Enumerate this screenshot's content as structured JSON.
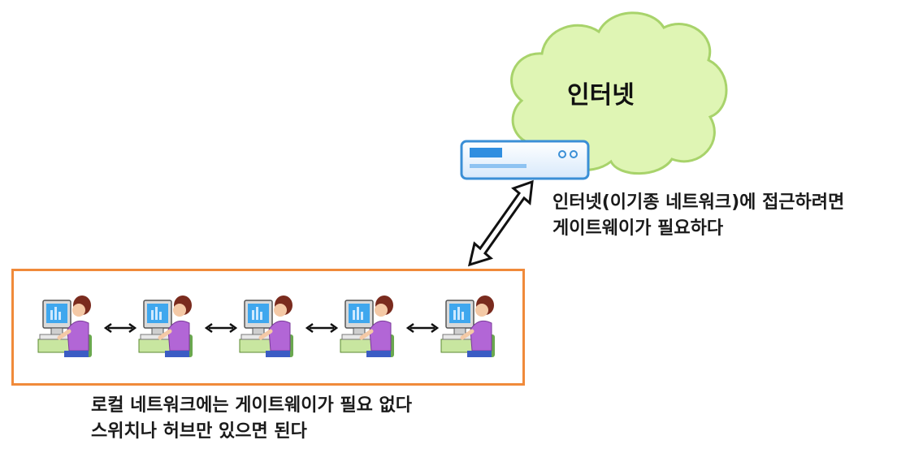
{
  "internet_label": "인터넷",
  "gateway_note": {
    "line1": "인터넷(이기종 네트워크)에 접근하려면",
    "line2": "게이트웨이가 필요하다"
  },
  "lan_note": {
    "line1": "로컬 네트워크에는 게이트웨이가 필요 없다",
    "line2": "스위치나 허브만 있으면 된다"
  },
  "lan_users": [
    "user-1",
    "user-2",
    "user-3",
    "user-4",
    "user-5"
  ],
  "colors": {
    "cloud_fill": "#dff5b4",
    "cloud_stroke": "#a8d36b",
    "lan_border": "#f08a3a",
    "gateway_fill": "#eaf4ff",
    "gateway_stroke": "#3a8fd6",
    "person_shirt": "#b266d6",
    "monitor_screen": "#3fa7ee",
    "desk": "#c8e6a0",
    "chair": "#6aa84f"
  }
}
